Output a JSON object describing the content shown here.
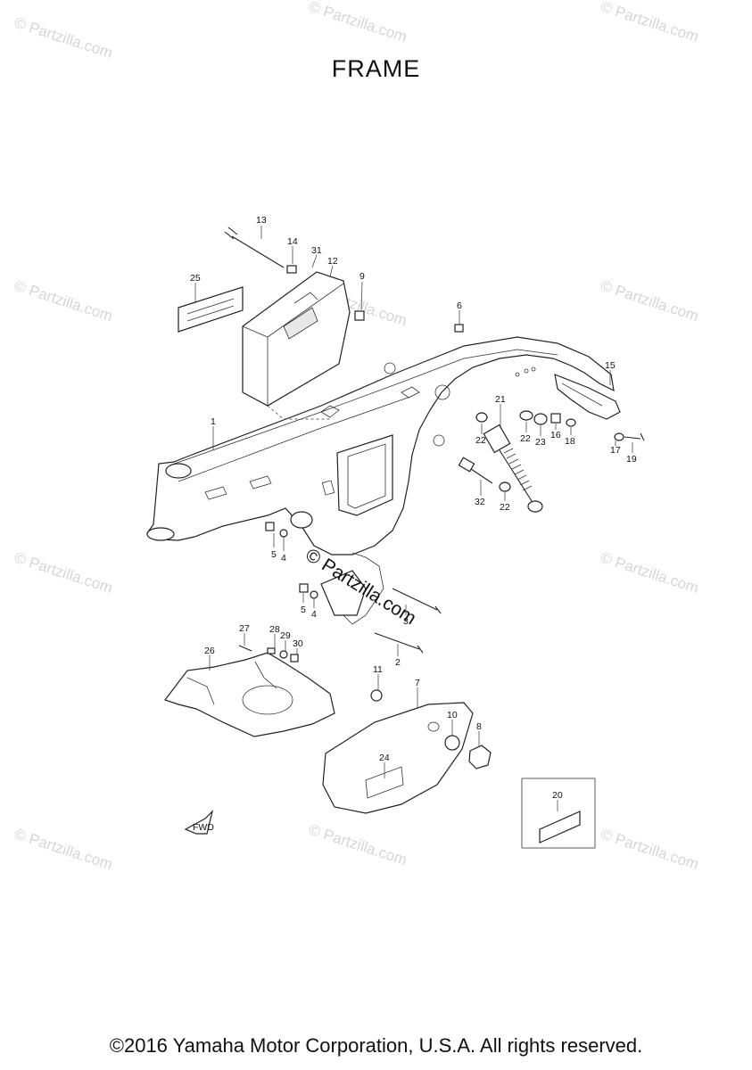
{
  "title": "FRAME",
  "copyright": "©2016 Yamaha Motor Corporation, U.S.A. All rights reserved.",
  "watermark_text": "© Partzilla.com",
  "watermark_center_text": "© Partzilla.com",
  "direction_badge": "FWD",
  "colors": {
    "line": "#222222",
    "watermark": "#d6d6d6",
    "background": "#ffffff"
  },
  "callouts": [
    {
      "id": "c1",
      "label": "1"
    },
    {
      "id": "c2",
      "label": "2"
    },
    {
      "id": "c3",
      "label": "3"
    },
    {
      "id": "c4a",
      "label": "4"
    },
    {
      "id": "c4b",
      "label": "4"
    },
    {
      "id": "c5a",
      "label": "5"
    },
    {
      "id": "c5b",
      "label": "5"
    },
    {
      "id": "c6",
      "label": "6"
    },
    {
      "id": "c7",
      "label": "7"
    },
    {
      "id": "c8",
      "label": "8"
    },
    {
      "id": "c9",
      "label": "9"
    },
    {
      "id": "c10",
      "label": "10"
    },
    {
      "id": "c11",
      "label": "11"
    },
    {
      "id": "c12",
      "label": "12"
    },
    {
      "id": "c13",
      "label": "13"
    },
    {
      "id": "c14",
      "label": "14"
    },
    {
      "id": "c15",
      "label": "15"
    },
    {
      "id": "c16",
      "label": "16"
    },
    {
      "id": "c17",
      "label": "17"
    },
    {
      "id": "c18",
      "label": "18"
    },
    {
      "id": "c19",
      "label": "19"
    },
    {
      "id": "c20",
      "label": "20"
    },
    {
      "id": "c21",
      "label": "21"
    },
    {
      "id": "c22a",
      "label": "22"
    },
    {
      "id": "c22b",
      "label": "22"
    },
    {
      "id": "c22c",
      "label": "22"
    },
    {
      "id": "c23",
      "label": "23"
    },
    {
      "id": "c24",
      "label": "24"
    },
    {
      "id": "c25",
      "label": "25"
    },
    {
      "id": "c26",
      "label": "26"
    },
    {
      "id": "c27",
      "label": "27"
    },
    {
      "id": "c28",
      "label": "28"
    },
    {
      "id": "c29",
      "label": "29"
    },
    {
      "id": "c30",
      "label": "30"
    },
    {
      "id": "c31",
      "label": "31"
    },
    {
      "id": "c32",
      "label": "32"
    }
  ]
}
